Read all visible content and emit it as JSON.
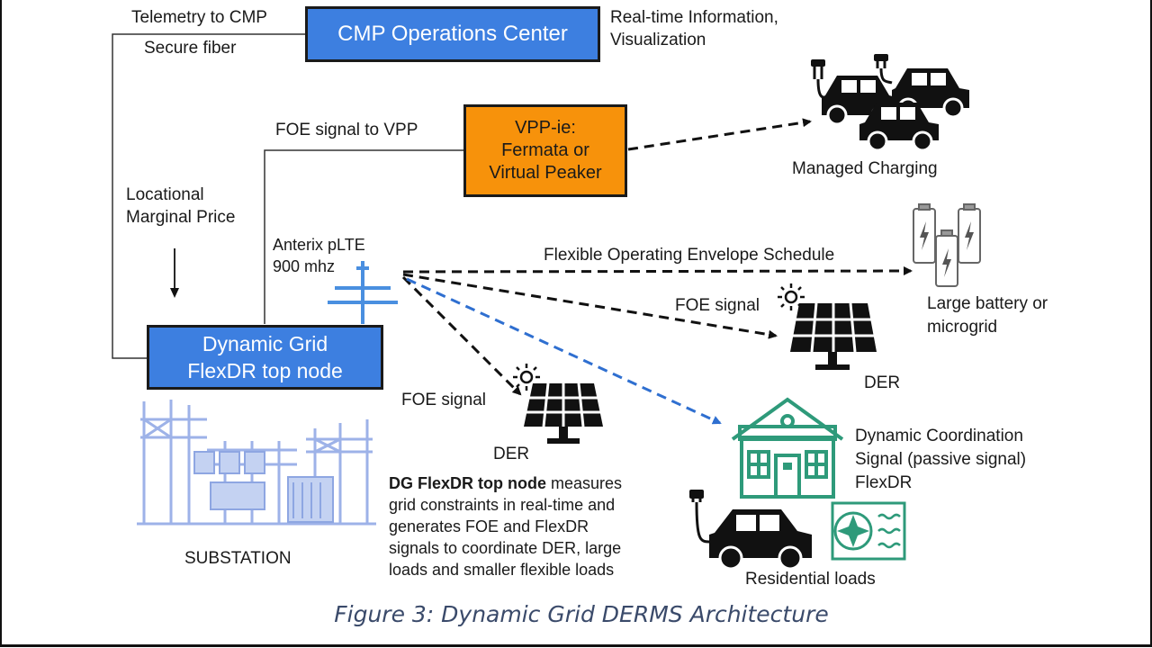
{
  "labels": {
    "telemetry": "Telemetry to CMP",
    "secure_fiber": "Secure fiber",
    "realtime_1": "Real-time Information,",
    "realtime_2": "Visualization",
    "foe_to_vpp": "FOE signal to VPP",
    "lmp_1": "Locational",
    "lmp_2": "Marginal Price",
    "antenna_1": "Anterix pLTE",
    "antenna_2": "900 mhz",
    "managed_charging": "Managed Charging",
    "foe_schedule": "Flexible Operating Envelope Schedule",
    "battery_1": "Large battery or",
    "battery_2": "microgrid",
    "foe_signal_right": "FOE signal",
    "der_right": "DER",
    "foe_signal_left": "FOE signal",
    "der_left": "DER",
    "dcs_1": "Dynamic Coordination",
    "dcs_2": "Signal (passive signal)",
    "dcs_3": "FlexDR",
    "substation": "SUBSTATION",
    "residential": "Residential loads"
  },
  "boxes": {
    "cmp": "CMP Operations Center",
    "vpp_1": "VPP-ie:",
    "vpp_2": "Fermata or",
    "vpp_3": "Virtual Peaker",
    "dg_1": "Dynamic Grid",
    "dg_2": "FlexDR top node"
  },
  "description": {
    "bold": "DG FlexDR top node",
    "line1": " measures",
    "line2": "grid constraints in real-time and",
    "line3": "generates FOE and FlexDR",
    "line4": "signals to coordinate DER, large",
    "line5": "loads and smaller flexible loads"
  },
  "caption": "Figure 3: Dynamic Grid DERMS Architecture",
  "colors": {
    "box_blue": "#3d7fe0",
    "box_orange": "#f7920b",
    "flexdr_arrow": "#2f6fd0",
    "house_green": "#2e9a7a",
    "substation": "#9db2e8"
  },
  "icons": [
    "ev-cars-icon",
    "battery-icon",
    "solar-panel-icon",
    "sun-icon",
    "house-icon",
    "car-plug-icon",
    "heat-pump-icon",
    "antenna-tower-icon",
    "substation-icon",
    "down-arrow-icon"
  ]
}
